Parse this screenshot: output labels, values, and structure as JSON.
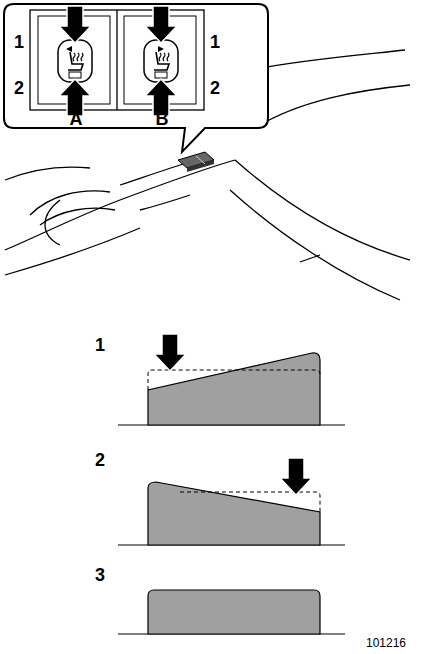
{
  "diagram": {
    "labels": [
      "1",
      "1",
      "2",
      "2",
      "A",
      "B",
      "1",
      "2",
      "3",
      "101216"
    ]
  }
}
